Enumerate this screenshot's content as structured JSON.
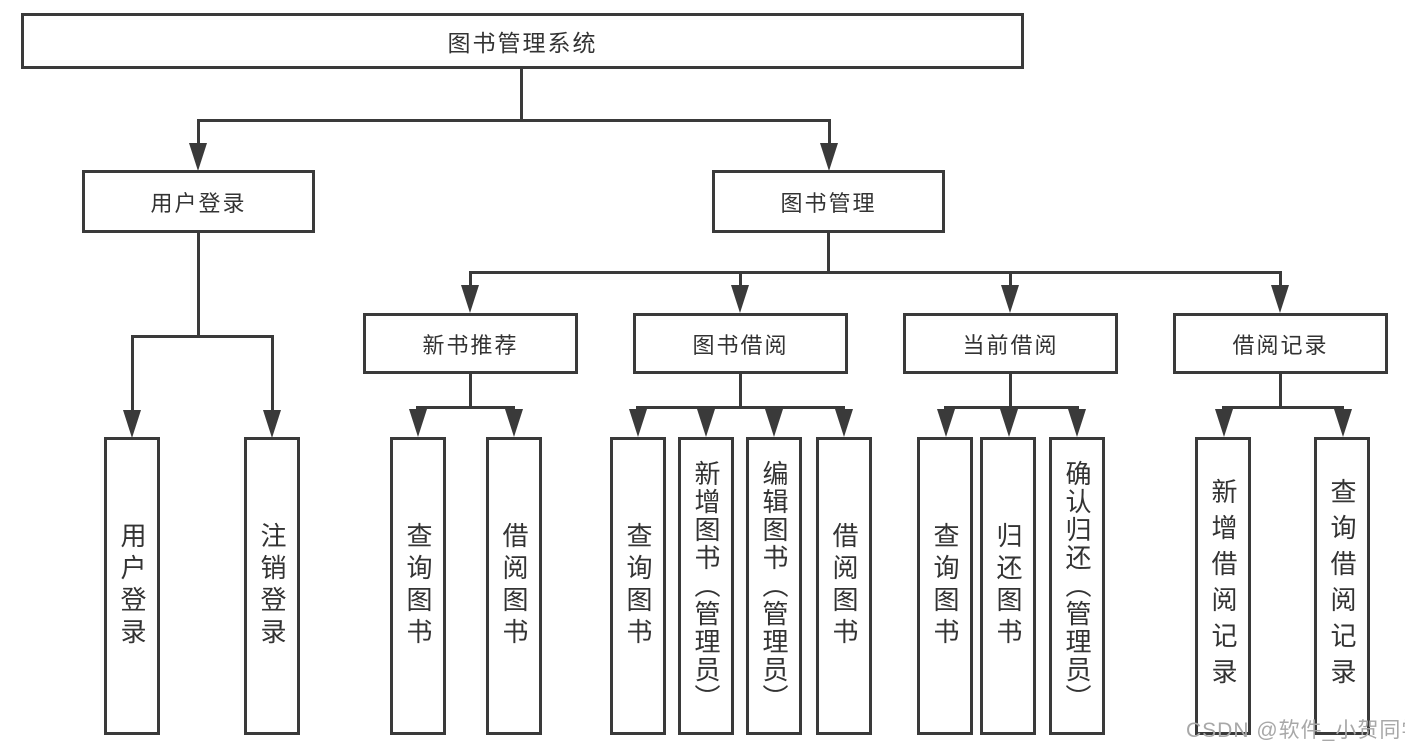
{
  "tree": {
    "root": "图书管理系统",
    "branches": [
      {
        "label": "用户登录",
        "children": [
          "用户登录",
          "注销登录"
        ]
      },
      {
        "label": "图书管理",
        "groups": [
          {
            "label": "新书推荐",
            "children": [
              "查询图书",
              "借阅图书"
            ]
          },
          {
            "label": "图书借阅",
            "children": [
              "查询图书",
              "新增图书（管理员）",
              "编辑图书（管理员）",
              "借阅图书"
            ]
          },
          {
            "label": "当前借阅",
            "children": [
              "查询图书",
              "归还图书",
              "确认归还（管理员）"
            ]
          },
          {
            "label": "借阅记录",
            "children": [
              "新增借阅记录",
              "查询借阅记录"
            ]
          }
        ]
      }
    ]
  },
  "watermark": "CSDN @软件_小贺同学",
  "colors": {
    "line": "#3a3a3a",
    "text": "#333333",
    "watermark": "#a8a8a8",
    "background": "#ffffff"
  }
}
